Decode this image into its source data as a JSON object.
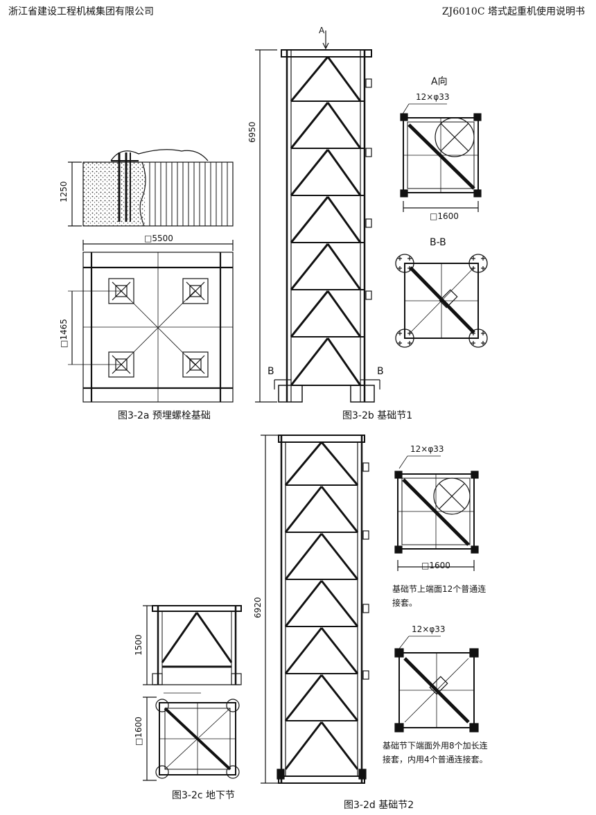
{
  "header": {
    "company": "浙江省建设工程机械集团有限公司",
    "manual": "ZJ6010C 塔式起重机使用说明书"
  },
  "fig_a": {
    "caption": "图3-2a 预埋螺栓基础",
    "dim_height": "1250",
    "dim_width": "□5500",
    "dim_bolt_spacing": "□1465"
  },
  "fig_b": {
    "caption": "图3-2b 基础节1",
    "dim_height": "6950",
    "view_a_label": "A",
    "section_left": "B",
    "section_right": "B",
    "view_a_title": "A向",
    "holes_label": "12×φ33",
    "top_size": "□1600",
    "section_title": "B-B"
  },
  "fig_c": {
    "caption": "图3-2c 地下节",
    "dim_height": "1500",
    "dim_size": "□1600"
  },
  "fig_d": {
    "caption": "图3-2d 基础节2",
    "dim_height": "6920",
    "holes_label_top": "12×φ33",
    "top_size": "□1600",
    "note_top": "基础节上端面12个普通连接套。",
    "holes_label_bottom": "12×φ33",
    "note_bottom": "基础节下端面外用8个加长连接套，内用4个普通连接套。"
  }
}
